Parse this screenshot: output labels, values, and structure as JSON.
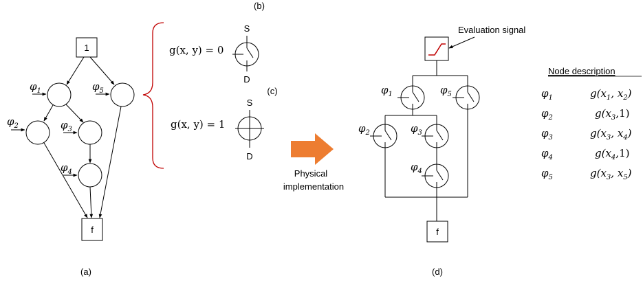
{
  "panels": {
    "a": "(a)",
    "b": "(b)",
    "c": "(c)",
    "d": "(d)"
  },
  "graph": {
    "source": "1",
    "sink": "f",
    "phi": "φ",
    "subs": [
      "1",
      "2",
      "3",
      "4",
      "5"
    ]
  },
  "switches": {
    "g0": "g(x, y) = 0",
    "g1": "g(x, y) = 1",
    "s": "S",
    "d": "D"
  },
  "arrow": {
    "line1": "Physical",
    "line2": "implementation",
    "color": "#ED7D31"
  },
  "circuit": {
    "signal_label": "Evaluation signal",
    "sink": "f",
    "signal_color": "#C00000"
  },
  "node_description": {
    "title": "Node description",
    "rows": [
      {
        "phi": "φ1",
        "g": "g(x1, x2)"
      },
      {
        "phi": "φ2",
        "g": "g(x3,1)"
      },
      {
        "phi": "φ3",
        "g": "g(x3, x4)"
      },
      {
        "phi": "φ4",
        "g": "g(x4,1)"
      },
      {
        "phi": "φ5",
        "g": "g(x3, x5)"
      }
    ]
  },
  "colors": {
    "brace": "#C00000",
    "line": "#000000"
  }
}
